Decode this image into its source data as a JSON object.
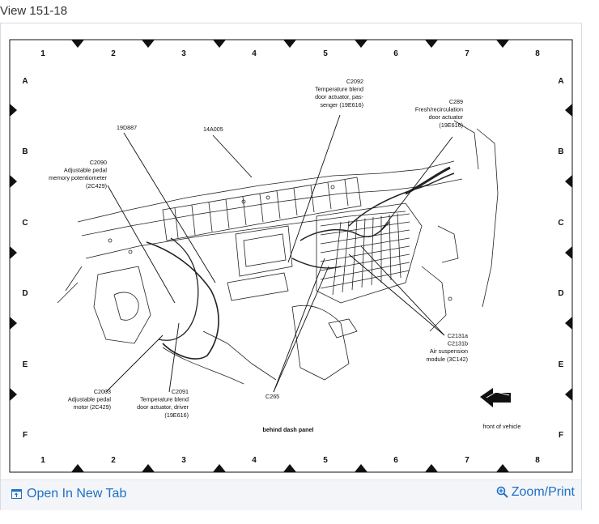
{
  "view_title": "View 151-18",
  "footer": {
    "open_label": "Open In New Tab",
    "zoom_label": "Zoom/Print"
  },
  "colors": {
    "link": "#1f6fc7",
    "footer_bg": "#f3f5f8",
    "border": "#d6dbe3"
  },
  "icons": {
    "open": "open-in-new-tab-icon",
    "zoom": "magnify-plus-icon",
    "arrow": "front-of-vehicle-arrow-icon"
  },
  "diagram": {
    "grid_columns": [
      "1",
      "2",
      "3",
      "4",
      "5",
      "6",
      "7",
      "8"
    ],
    "grid_rows": [
      "A",
      "B",
      "C",
      "D",
      "E",
      "F"
    ],
    "caption": "behind dash panel",
    "front_label": "front of vehicle",
    "callouts": {
      "c2092": [
        "C2092",
        "Temperature blend",
        "door actuator, pas-",
        "senger (19E616)"
      ],
      "c289": [
        "C289",
        "Fresh/recirculation",
        "door actuator",
        "(19E616)"
      ],
      "p19d887": [
        "19D887"
      ],
      "p14a005": [
        "14A005"
      ],
      "c2090": [
        "C2090",
        "Adjustable pedal",
        "memory potentiometer",
        "(2C429)"
      ],
      "c2131": [
        "C2131a",
        "C2131b",
        "Air suspension",
        "module (3C142)"
      ],
      "c2003": [
        "C2003",
        "Adjustable pedal",
        "motor (2C429)"
      ],
      "c2091": [
        "C2091",
        "Temperature blend",
        "door actuator, driver",
        "(19E616)"
      ],
      "c265": [
        "C265"
      ]
    }
  }
}
